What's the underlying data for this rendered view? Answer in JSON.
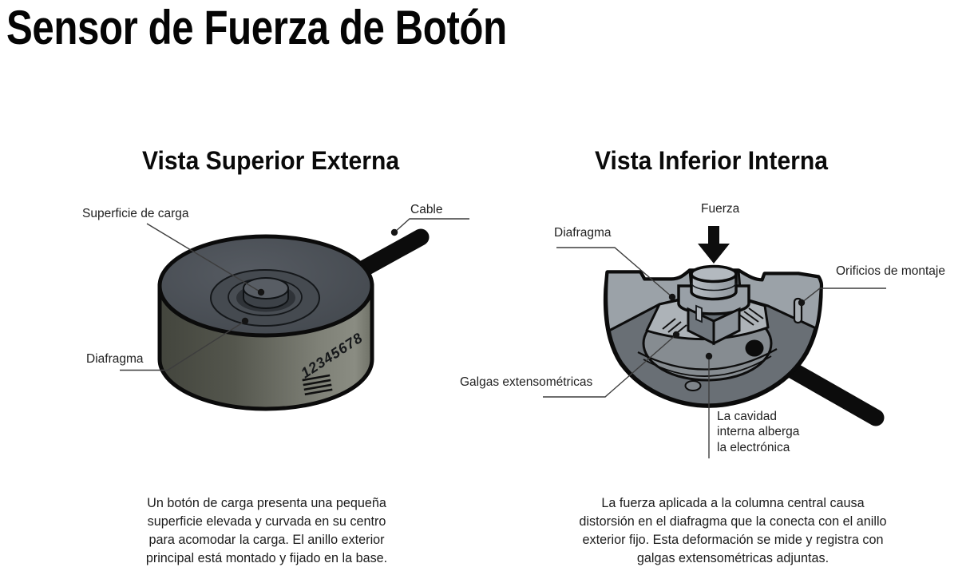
{
  "title": "Sensor de Fuerza de Botón",
  "views": {
    "external": {
      "heading": "Vista Superior Externa",
      "labels": {
        "superficie": "Superficie de carga",
        "cable": "Cable",
        "diafragma": "Diafragma"
      },
      "serial_marking": "12345678",
      "description": "Un botón de carga presenta una pequeña\nsuperficie elevada y curvada en su centro\npara acomodar la carga. El anillo exterior\nprincipal está montado y fijado en la base."
    },
    "internal": {
      "heading": "Vista Inferior Interna",
      "labels": {
        "fuerza": "Fuerza",
        "diafragma": "Diafragma",
        "orificios": "Orificios de montaje",
        "galgas": "Galgas extensométricas",
        "cavidad": "La cavidad\ninterna alberga\nla electrónica"
      },
      "description": "La fuerza aplicada a la columna central causa\ndistorsión en el diafragma que la conecta con el anillo\nexterior fijo. Esta deformación se mide y registra con\ngalgas extensométricas adjuntas."
    }
  },
  "colors": {
    "background": "#ffffff",
    "ink": "#0b0b0b",
    "label_text": "#1f1f1f",
    "puck_top": "#484d53",
    "metal_light": "#9ba2a8",
    "metal_shelf": "#adb3b8",
    "metal_mid": "#868c91",
    "metal_dark": "#696f75"
  }
}
